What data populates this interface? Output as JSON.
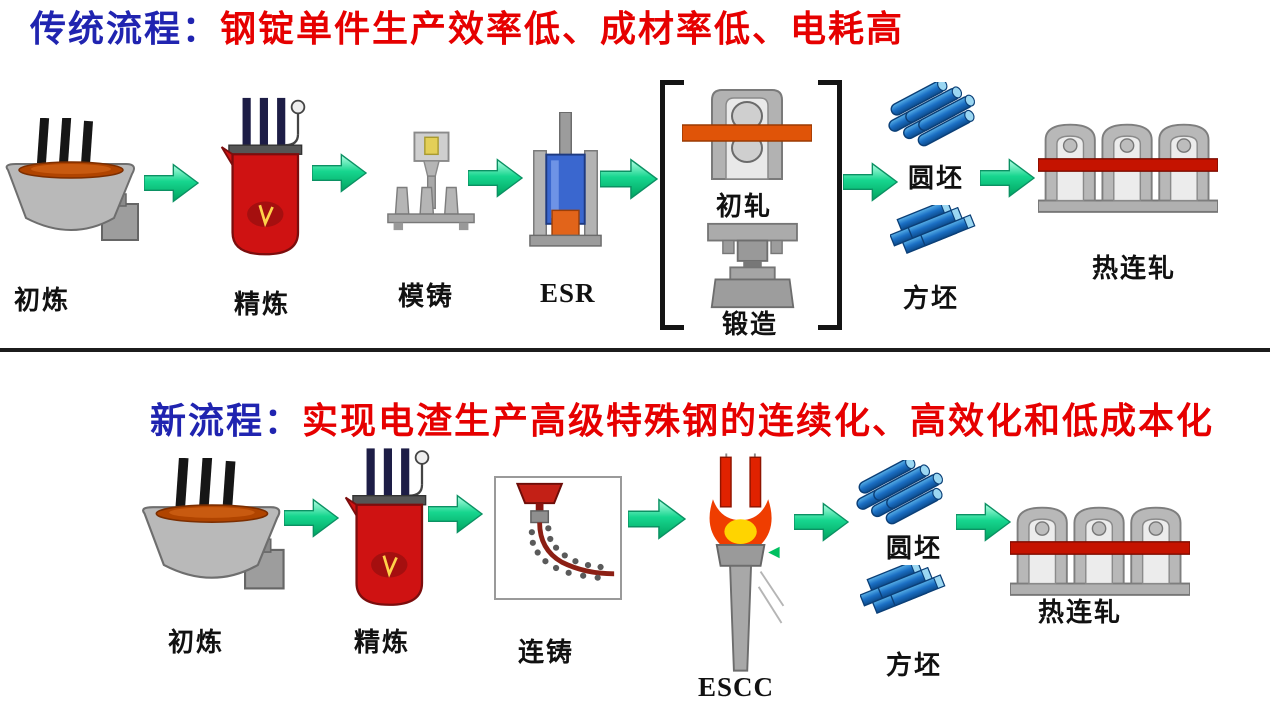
{
  "diagram": {
    "traditional": {
      "title_label": "传统流程：",
      "title_text": "钢锭单件生产效率低、成材率低、电耗高",
      "labels": {
        "smelting": "初炼",
        "refining": "精炼",
        "mold_casting": "模铸",
        "esr": "ESR",
        "blooming": "初轧",
        "forging": "锻造",
        "round_billet": "圆坯",
        "square_billet": "方坯",
        "hot_rolling": "热连轧"
      }
    },
    "new_process": {
      "title_label": "新流程：",
      "title_text": "实现电渣生产高级特殊钢的连续化、高效化和低成本化",
      "labels": {
        "smelting": "初炼",
        "refining": "精炼",
        "continuous_casting": "连铸",
        "escc": "ESCC",
        "round_billet": "圆坯",
        "square_billet": "方坯",
        "hot_rolling": "热连轧"
      }
    },
    "colors": {
      "title_prefix_blue": "#2024b0",
      "title_red": "#e60000",
      "arrow_green": "#17d68f",
      "billet_blue": "#1b6fc4",
      "hot_bar_red": "#c51300",
      "slab_orange": "#e05408",
      "furnace_red": "#cf1212"
    }
  }
}
